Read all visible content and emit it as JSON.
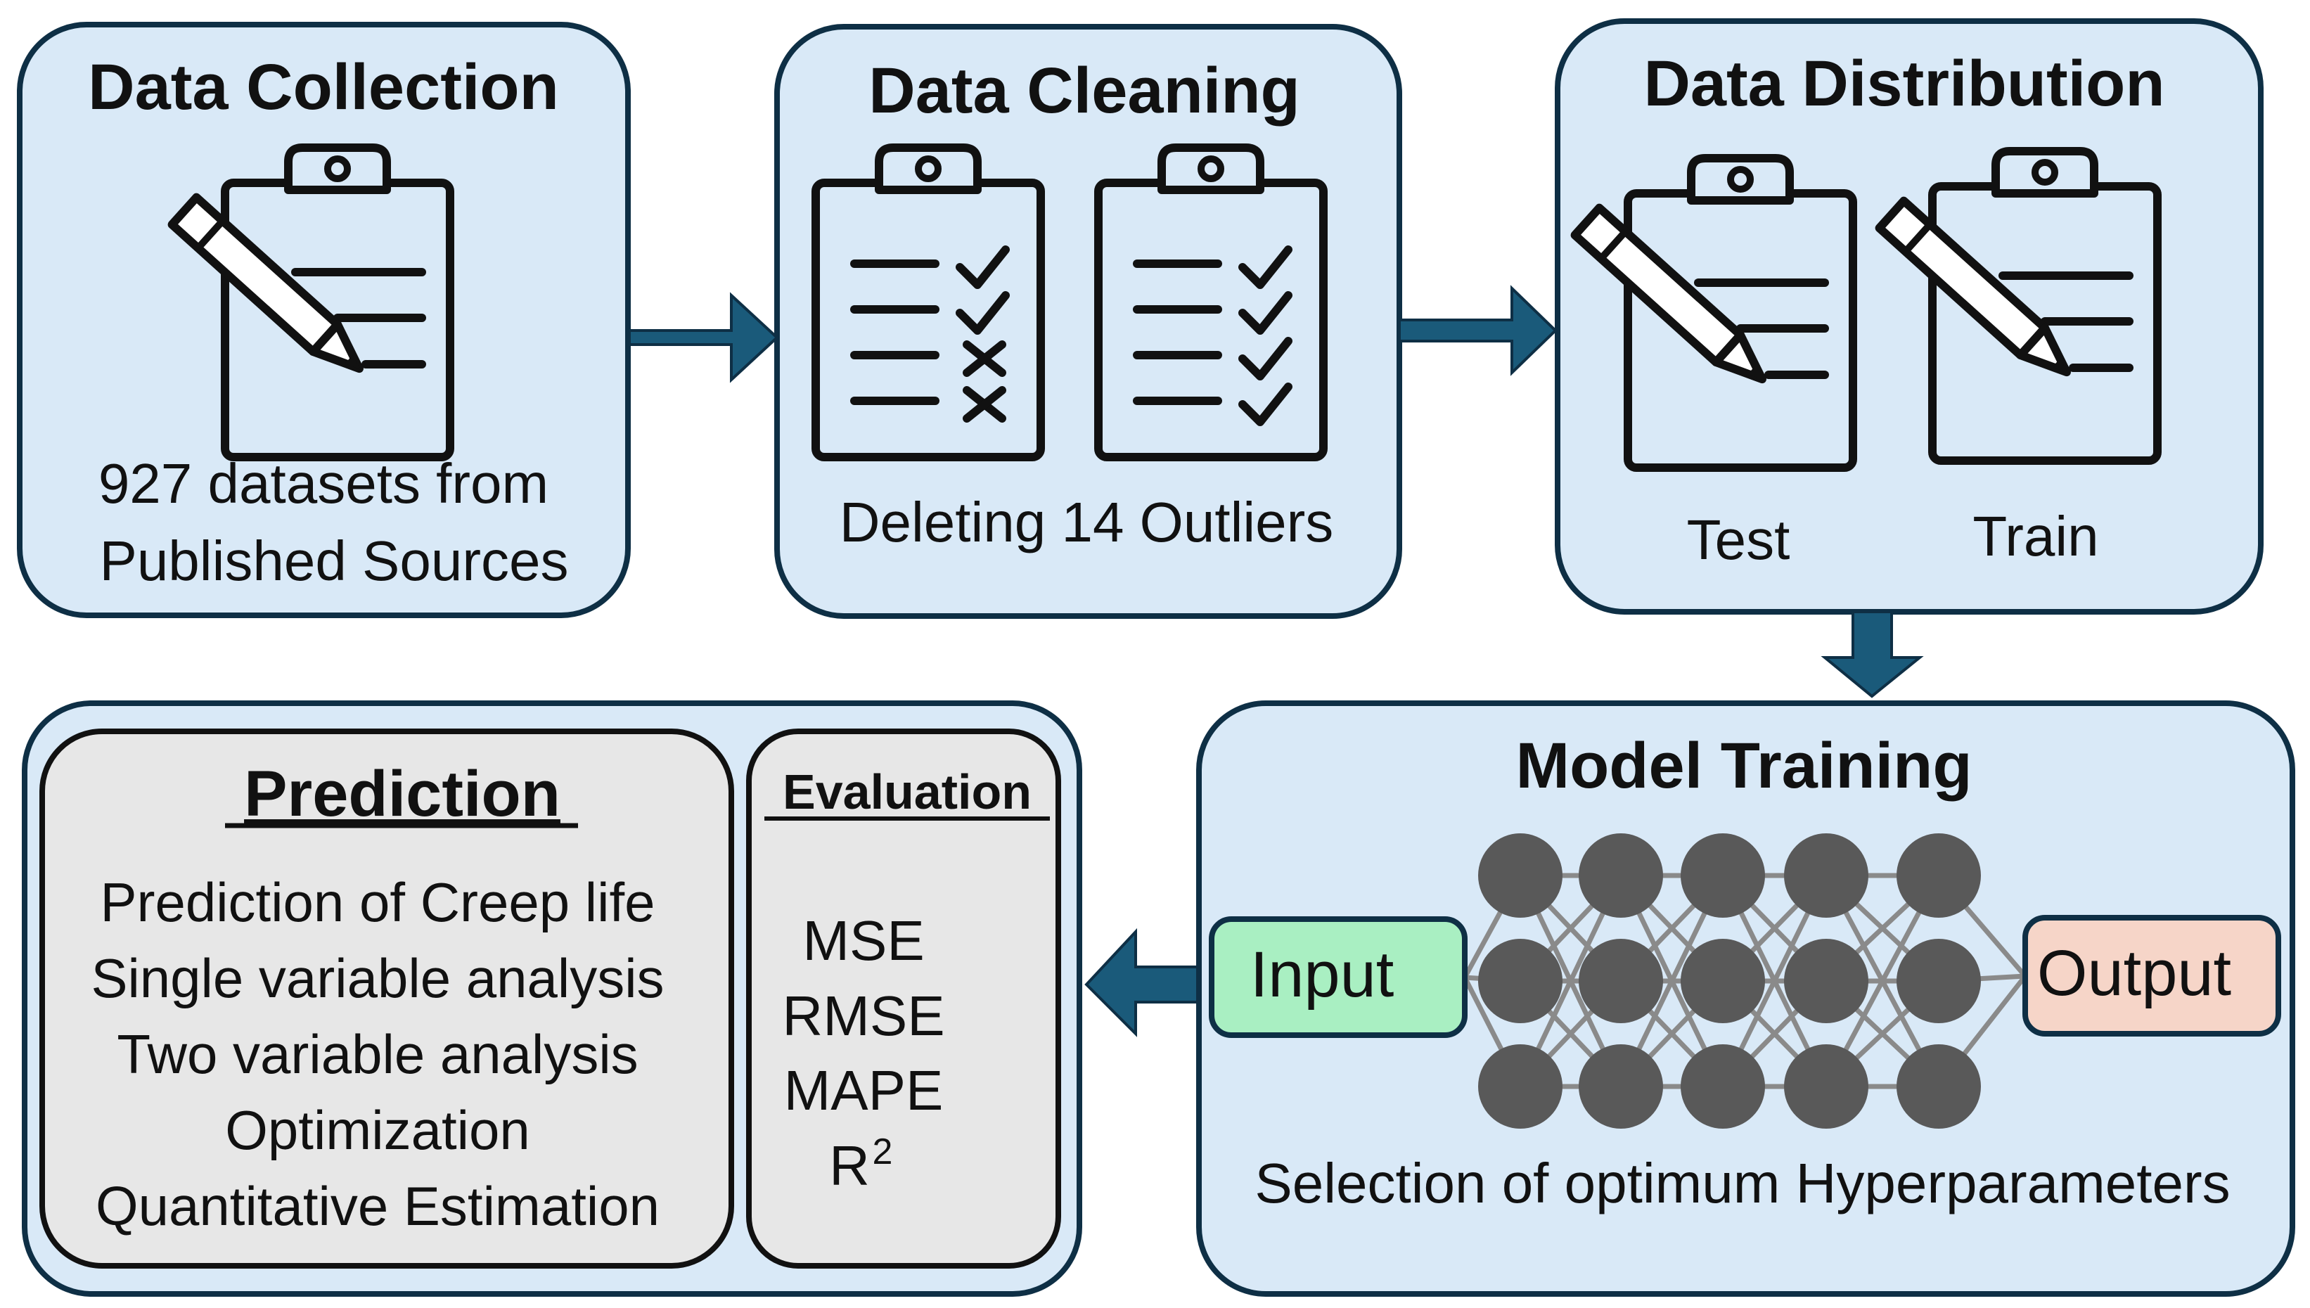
{
  "colors": {
    "box_fill": "#d9e9f7",
    "box_stroke": "#0e2f45",
    "arrow": "#1a5a7a",
    "gray_fill": "#e7e7e7",
    "input_fill": "#a9efc2",
    "output_fill": "#f6d5c8",
    "node": "#595959",
    "icon_stroke": "#111111"
  },
  "data_collection": {
    "title": "Data Collection",
    "line1": "927 datasets from",
    "line2": "Published Sources"
  },
  "data_cleaning": {
    "title": "Data Cleaning",
    "caption": "Deleting 14 Outliers"
  },
  "data_distribution": {
    "title": "Data Distribution",
    "test_label": "Test",
    "train_label": "Train"
  },
  "model_training": {
    "title": "Model Training",
    "input_label": "Input",
    "output_label": "Output",
    "caption": "Selection of optimum Hyperparameters",
    "network_layers": [
      3,
      3,
      3,
      3,
      3
    ]
  },
  "prediction": {
    "title": "Prediction",
    "items": [
      "Prediction of Creep life",
      "Single variable analysis",
      "Two variable analysis",
      "Optimization",
      "Quantitative Estimation"
    ]
  },
  "evaluation": {
    "title": "Evaluation",
    "metrics": [
      "MSE",
      "RMSE",
      "MAPE"
    ],
    "r_base": "R",
    "r_sup": "2"
  }
}
